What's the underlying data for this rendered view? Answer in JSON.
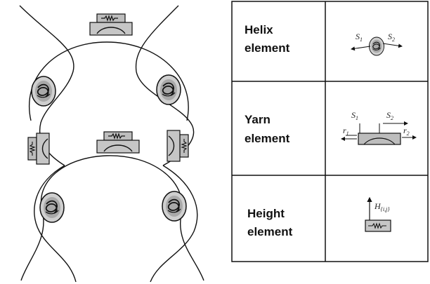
{
  "legend": {
    "rows": [
      {
        "name": "helix",
        "label_line1": "Helix",
        "label_line2": "element",
        "s1": "S",
        "s1_sub": "1",
        "s2": "S",
        "s2_sub": "2"
      },
      {
        "name": "yarn",
        "label_line1": "Yarn",
        "label_line2": "element",
        "s1": "S",
        "s1_sub": "1",
        "s2": "S",
        "s2_sub": "2",
        "r1": "r",
        "r1_sub": "1",
        "r2": "r",
        "r2_sub": "2"
      },
      {
        "name": "height",
        "label_line1": "Height",
        "label_line2": "element",
        "h": "H",
        "h_sub": "{i,j}"
      }
    ]
  },
  "colors": {
    "line": "#111111",
    "element_fill": "#c8c8c8",
    "element_dark": "#6e6e6e",
    "helix_fill": "#d6d6d6"
  }
}
